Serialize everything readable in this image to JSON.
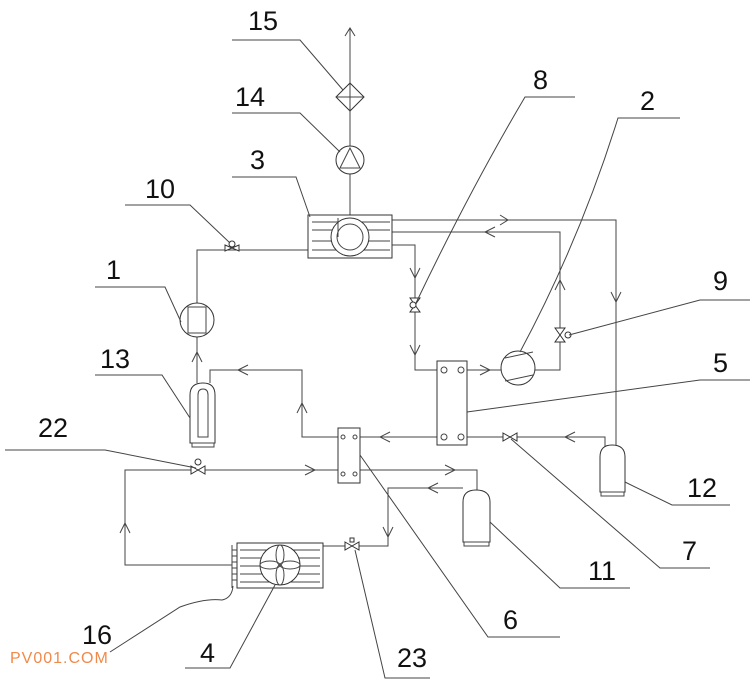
{
  "labels": {
    "n1": "1",
    "n2": "2",
    "n3": "3",
    "n4": "4",
    "n5": "5",
    "n6": "6",
    "n7": "7",
    "n8": "8",
    "n9": "9",
    "n10": "10",
    "n11": "11",
    "n12": "12",
    "n13": "13",
    "n14": "14",
    "n15": "15",
    "n16": "16",
    "n22": "22",
    "n23": "23"
  },
  "watermark": "PV001.COM"
}
